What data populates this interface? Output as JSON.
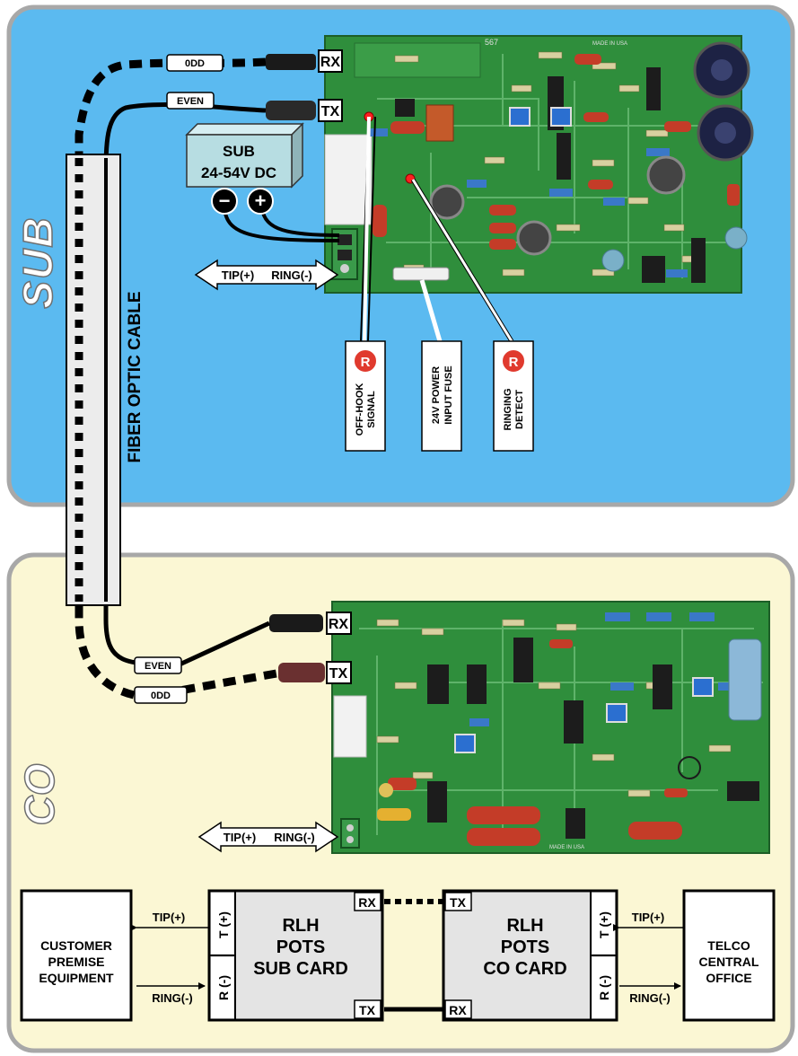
{
  "sections": {
    "sub": "SUB",
    "co": "CO"
  },
  "cable_label": "FIBER OPTIC CABLE",
  "fiber": {
    "odd": "0DD",
    "even": "EVEN"
  },
  "ports": {
    "rx": "RX",
    "tx": "TX"
  },
  "power_supply": {
    "line1": "SUB",
    "line2": "24-54V DC",
    "minus": "−",
    "plus": "+"
  },
  "tip_ring": {
    "tip": "TIP(+)",
    "ring": "RING(-)"
  },
  "indicators": {
    "badge": "R"
  },
  "callouts": {
    "off_hook": {
      "line1": "OFF-HOOK",
      "line2": "SIGNAL"
    },
    "fuse": {
      "line1": "24V POWER",
      "line2": "INPUT FUSE"
    },
    "ringing": {
      "line1": "RINGING",
      "line2": "DETECT"
    }
  },
  "block_diagram": {
    "customer": [
      "CUSTOMER",
      "PREMISE",
      "EQUIPMENT"
    ],
    "sub_card": [
      "RLH",
      "POTS",
      "SUB CARD"
    ],
    "co_card": [
      "RLH",
      "POTS",
      "CO CARD"
    ],
    "telco": [
      "TELCO",
      "CENTRAL",
      "OFFICE"
    ],
    "tip": "TIP(+)",
    "ring": "RING(-)",
    "t_terminal": "T (+)",
    "r_terminal": "R (-)",
    "rx": "RX",
    "tx": "TX"
  },
  "board_print": {
    "made_in": "MADE IN USA",
    "marking": "567"
  },
  "colors": {
    "sub_bg": "#5bbaf0",
    "co_bg": "#fbf7d4",
    "board": "#2f8e3c",
    "card_fill": "#e4e4e4"
  }
}
